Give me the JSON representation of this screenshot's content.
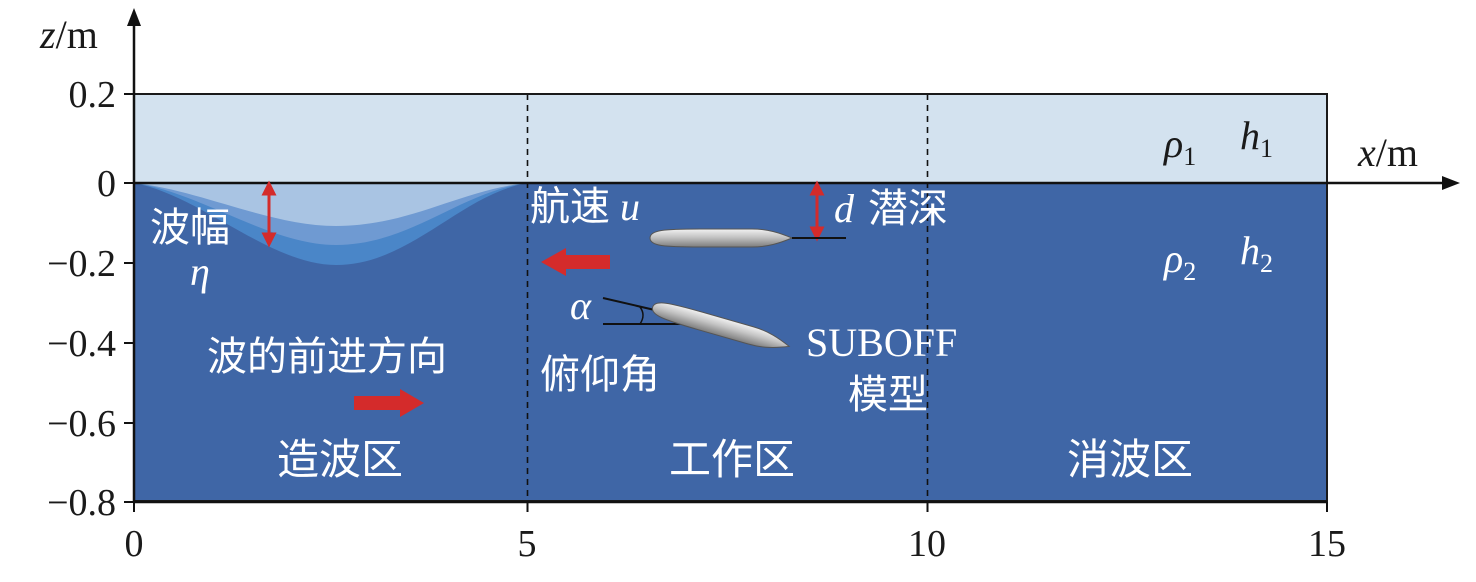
{
  "axes": {
    "x_label": "x",
    "x_unit": "/m",
    "z_label": "z",
    "z_unit": "/m",
    "x_ticks": [
      "0",
      "5",
      "10",
      "15"
    ],
    "z_ticks": [
      "0.2",
      "0",
      "−0.2",
      "−0.4",
      "−0.6",
      "−0.8"
    ],
    "x_range": [
      0,
      15
    ],
    "z_range": [
      -0.8,
      0.2
    ]
  },
  "layers": {
    "upper": {
      "rho": "ρ",
      "rho_sub": "1",
      "h": "h",
      "h_sub": "1",
      "color": "#d3e2ef"
    },
    "lower": {
      "rho": "ρ",
      "rho_sub": "2",
      "h": "h",
      "h_sub": "2",
      "color": "#3f66a6"
    }
  },
  "zones": [
    {
      "label": "造波区"
    },
    {
      "label": "工作区"
    },
    {
      "label": "消波区"
    }
  ],
  "annotations": {
    "amplitude": "波幅",
    "amplitude_symbol": "η",
    "speed": "航速",
    "speed_symbol": "u",
    "depth_symbol": "d",
    "depth": "潜深",
    "angle_symbol": "α",
    "pitch": "俯仰角",
    "wave_direction": "波的前进方向",
    "model_name": "SUBOFF",
    "model": "模型"
  },
  "colors": {
    "arrow": "#d42b2b",
    "wave_light": "#a9c4e3",
    "wave_mid": "#6f9ad2",
    "wave_deep": "#4a86c8"
  }
}
